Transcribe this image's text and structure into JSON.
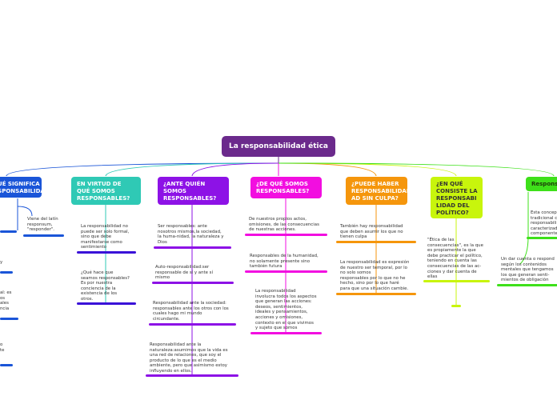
{
  "root": "La responsabilidad ética",
  "branches": [
    {
      "title": "¿QUÉ SIGNIFICA\nRESPONSABILIDAD?",
      "color": "#1a55d8"
    },
    {
      "title": "EN VIRTUD DE\nQUÉ SOMOS\nRESPONSABLES?",
      "color": "#2fc9b5"
    },
    {
      "title": "¿ANTE QUIÉN\nSOMOS\nRESPONSABLES?",
      "color": "#8d12e6"
    },
    {
      "title": "¿DE QUÉ SOMOS\nRESPONSABLES?",
      "color": "#f20ee0"
    },
    {
      "title": "¿PUEDE HABER\nRESPONSABILIDAD\nAD SIN CULPA?",
      "color": "#f5960c"
    },
    {
      "title": "¿EN QUÉ\nCONSISTE LA\nRESPONSABI\nLIDAD DEL\nPOLÍTICO?",
      "color": "#c8f50c"
    },
    {
      "title": "Responsa",
      "color": "#3ee01a"
    }
  ],
  "notes": {
    "b1_n1": "Viene del latín\nresponsum,\n\"responder\".",
    "b1_f1": "y",
    "b1_f2": "al: es\nos\nales\nncia",
    "b1_f3": "o\nte",
    "b2_n1": "La responsabilidad no\npuede ser solo formal,\nsino que debe\nmanifestarse como\nsentimiento",
    "b2_n2": "¿Qué hace que\nseamos responsables?\nEs por nuestra\nconciencia de la\nexistencia de los\notros.",
    "b3_n1": "Ser responsables: ante\nnosotros mismos,la sociedad,\nla huma-nidad, la naturaleza y\nDios",
    "b3_n2": "Auto-responsabilidad:ser\nresponsable de sí y ante sí\nmismo",
    "b3_n3": "Responsabilidad ante la sociedad:\nresponsables ante los otros con los\ncuales hago mi mundo\ncircundante.",
    "b3_n4": "Responsabilidad ante la\nnaturaleza:asumimos que la vida es\nuna red de relaciones, que soy el\nproducto de lo que es el medio\nambiente, pero que asimismo estoy\ninfluyendo en ellos.",
    "b4_n1": "De nuestros propios actos,\nomisiones, de las consecuencias\nde nuestras acciones.",
    "b4_n2": "Responsables de la humanidad,\nno solamente presente sino\ntambién futura",
    "b4_n3": "La responsabilidad\ninvolucra todos los aspectos\nque generan las acciones:\ndeseos, sentimientos,\nideales y pensamientos,\nacciones y omisiones,\ncontexto en el que vivimos\ny sujeto que somos",
    "b5_n1": "También hay responsabilidad\nque deben asumir los que no\ntienen culpa",
    "b5_n2": "La responsabilidad es expresión\nde nuestro ser temporal, por lo\nno solo somos\nresponsables por lo que no he\nhecho, sino por lo que haré\npara que una situación cambie.",
    "b6_n1": "\"Ética de las\nconsecuencias\", es la que\nes propiamente la que\ndebe practicar el político,\nteniendo en cuenta las\nconsecuencias de las ac-\nciones y dar cuenta de\nellas",
    "b7_n1": "Esta concep\ntradicional c\nresponsabili\ncaracterizad\ncomponente",
    "b7_n2": "Un dar cuenta o respond\nsegún los contenidos\nmentales que tengamos\nlos que generan senti-\nmientos de obligación"
  }
}
